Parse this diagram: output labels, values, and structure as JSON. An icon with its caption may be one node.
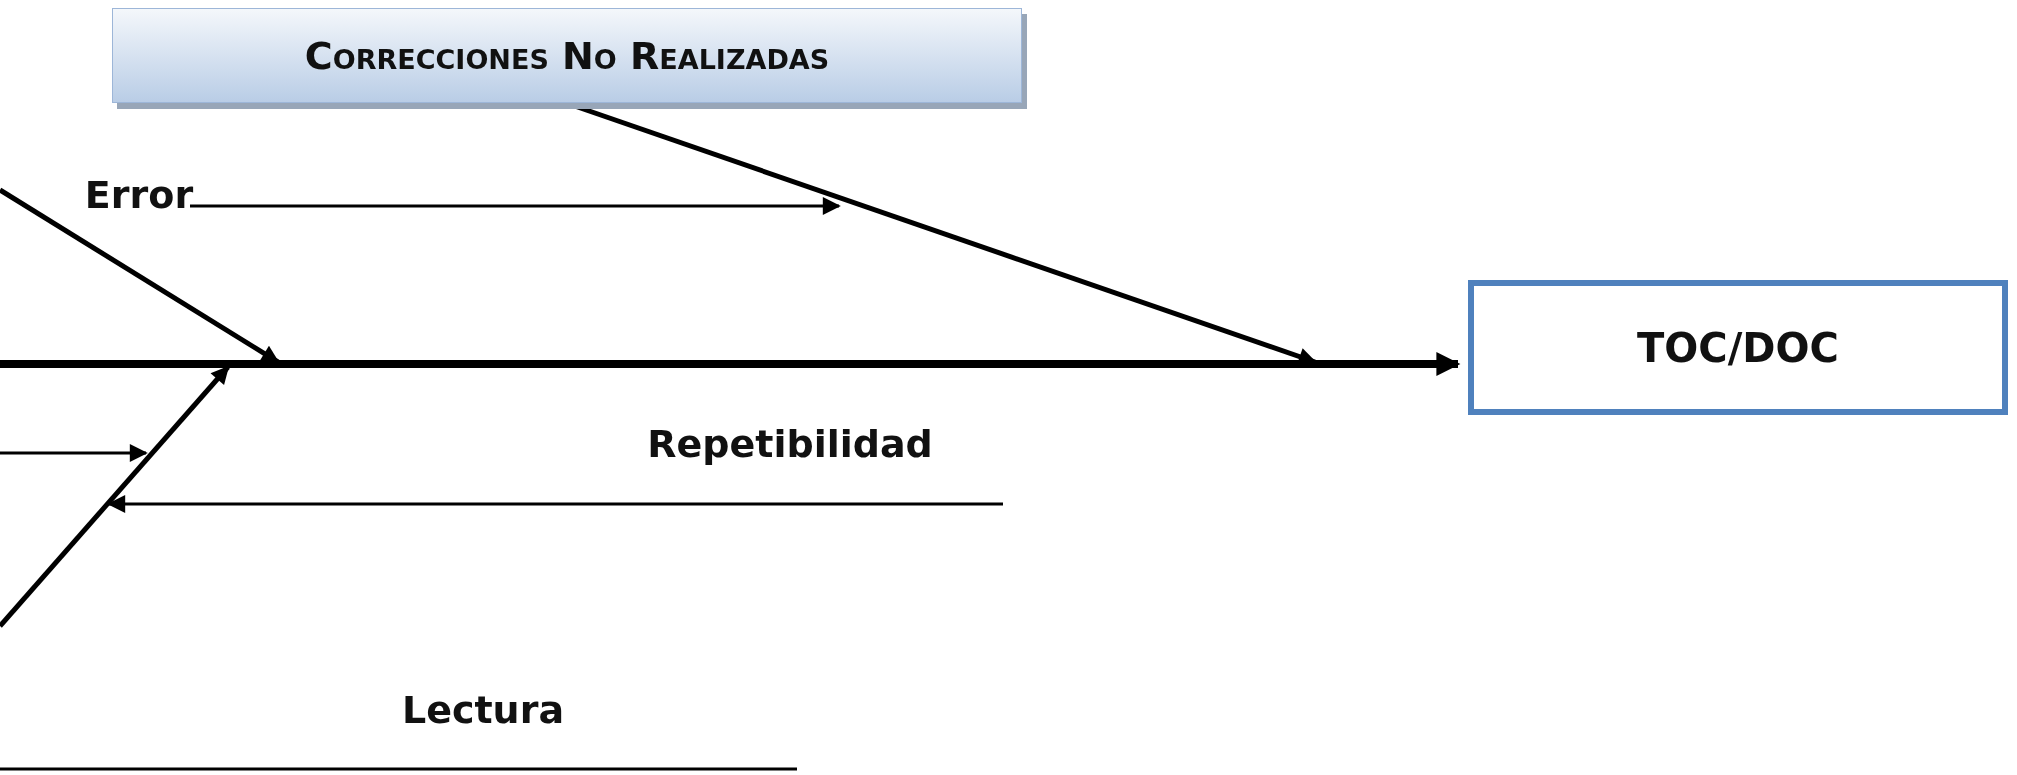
{
  "diagram": {
    "nodes": [
      {
        "text": [
          "Correcciones No Realizadas"
        ]
      },
      {
        "text": [
          "TOC/DOC"
        ]
      },
      {
        "text": [
          "Error"
        ]
      },
      {
        "text": [
          "Repetibilidad"
        ]
      },
      {
        "text": [
          "Lectura"
        ]
      }
    ],
    "edges": [
      {
        "from": null,
        "to": 1,
        "arrow": "to",
        "style": "thick"
      },
      {
        "from": 0,
        "to": null,
        "arrow": "to"
      },
      {
        "from": 2,
        "to": null,
        "arrow": "to"
      },
      {
        "from": 3,
        "to": null,
        "arrow": "to"
      }
    ]
  }
}
